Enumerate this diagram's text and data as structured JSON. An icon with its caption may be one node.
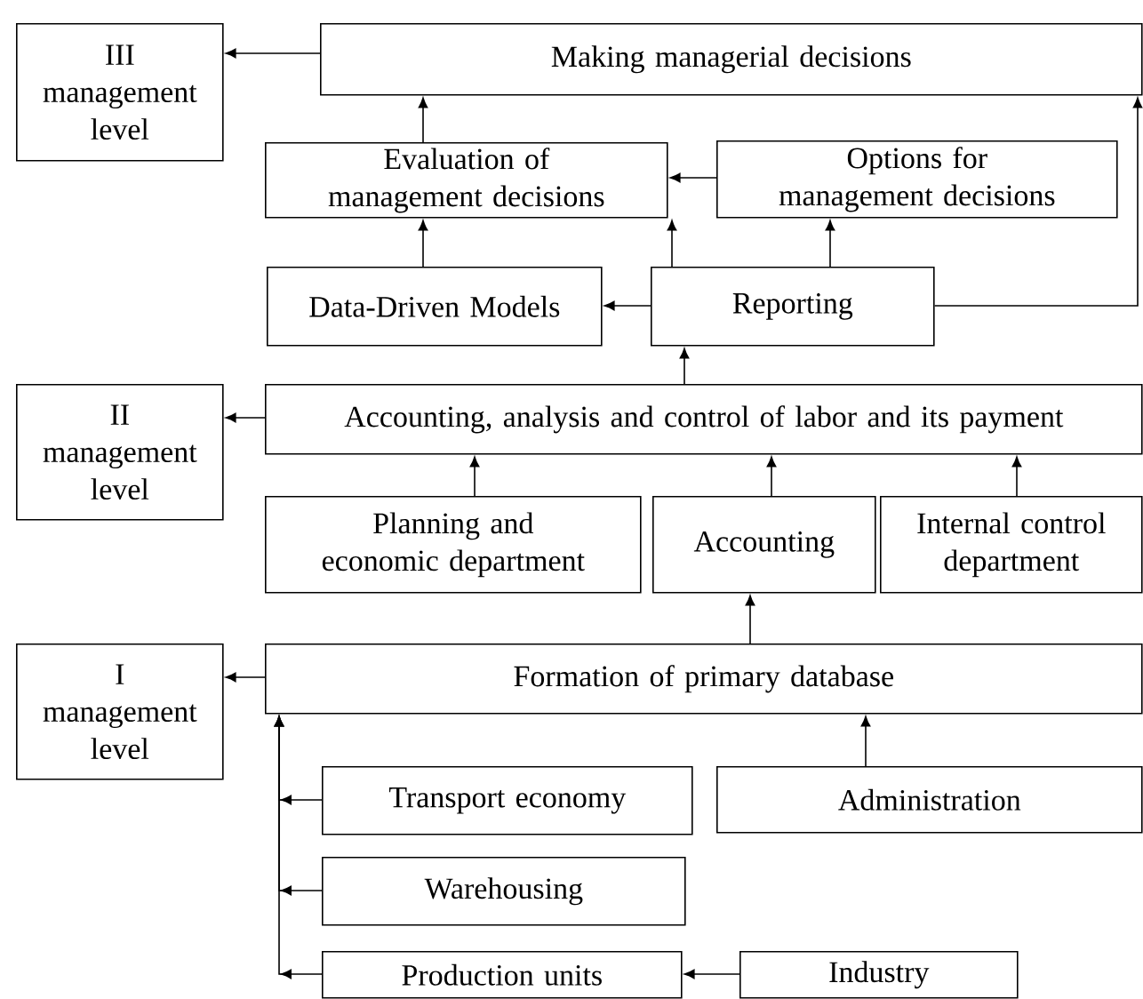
{
  "diagram": {
    "nodes": [
      {
        "text": [
          "III management level"
        ]
      },
      {
        "text": [
          "Making managerial decisions"
        ]
      },
      {
        "text": [
          "Evaluation of management decisions"
        ]
      },
      {
        "text": [
          "Options for management decisions"
        ]
      },
      {
        "text": [
          "Data-Driven Models"
        ]
      },
      {
        "text": [
          "Reporting"
        ]
      },
      {
        "text": [
          "II management level"
        ]
      },
      {
        "text": [
          "Accounting, analysis and control of labor and its payment"
        ]
      },
      {
        "text": [
          "Planning and economic department"
        ]
      },
      {
        "text": [
          "Accounting"
        ]
      },
      {
        "text": [
          "Internal control department"
        ]
      },
      {
        "text": [
          "I management level"
        ]
      },
      {
        "text": [
          "Formation of primary database"
        ]
      },
      {
        "text": [
          "Transport economy"
        ]
      },
      {
        "text": [
          "Administration"
        ]
      },
      {
        "text": [
          "Warehousing"
        ]
      },
      {
        "text": [
          "Production units"
        ]
      },
      {
        "text": [
          "Industry"
        ]
      }
    ],
    "edges": [
      {
        "from": 1,
        "to": 0,
        "arrow": "to"
      },
      {
        "from": 2,
        "to": 1,
        "arrow": "to"
      },
      {
        "from": 3,
        "to": 2,
        "arrow": "to"
      },
      {
        "from": 4,
        "to": 2,
        "arrow": "to"
      },
      {
        "from": 5,
        "to": 2,
        "arrow": "to"
      },
      {
        "from": 5,
        "to": 3,
        "arrow": "to"
      },
      {
        "from": 5,
        "to": 4,
        "arrow": "to"
      },
      {
        "from": 5,
        "to": 1,
        "arrow": "to"
      },
      {
        "from": 7,
        "to": 5,
        "arrow": "to"
      },
      {
        "from": 7,
        "to": 6,
        "arrow": "to"
      },
      {
        "from": 8,
        "to": 7,
        "arrow": "to"
      },
      {
        "from": 9,
        "to": 7,
        "arrow": "to"
      },
      {
        "from": 10,
        "to": 7,
        "arrow": "to"
      },
      {
        "from": 12,
        "to": 9,
        "arrow": "to"
      },
      {
        "from": 12,
        "to": 11,
        "arrow": "to"
      },
      {
        "from": 14,
        "to": 12,
        "arrow": "to"
      },
      {
        "from": 13,
        "to": 12,
        "arrow": "to"
      },
      {
        "from": 15,
        "to": 12,
        "arrow": "to"
      },
      {
        "from": 16,
        "to": 12,
        "arrow": "to"
      },
      {
        "from": 17,
        "to": 16,
        "arrow": "to"
      }
    ]
  }
}
